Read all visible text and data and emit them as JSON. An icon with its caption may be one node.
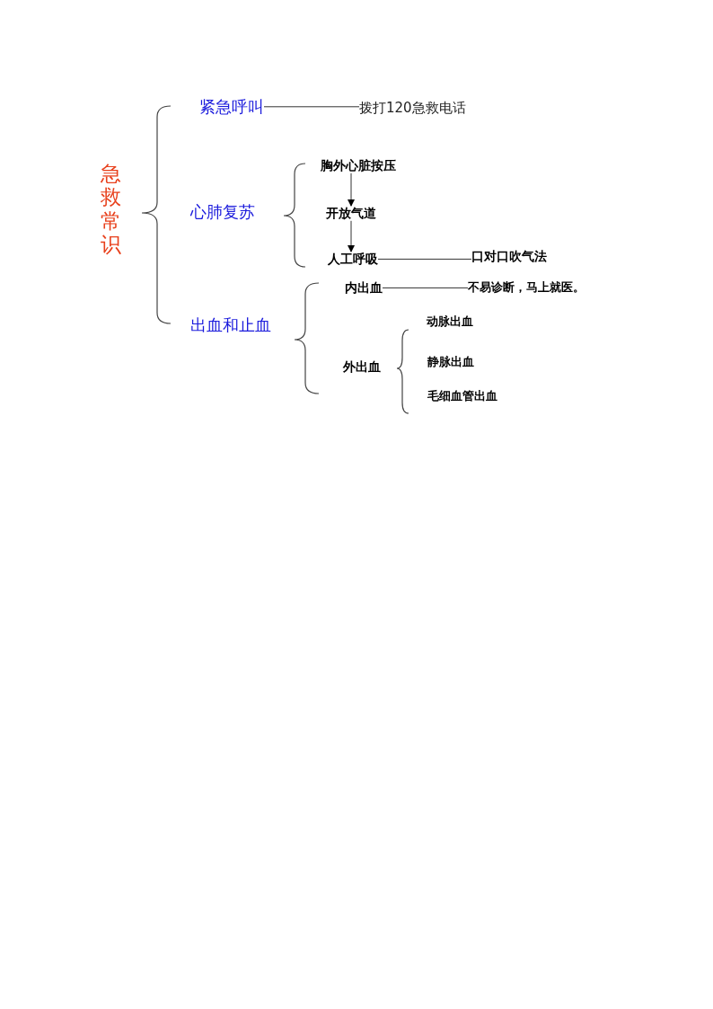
{
  "diagram": {
    "nodes": [
      {
        "text": [
          "急救常识"
        ]
      },
      {
        "text": [
          "紧急呼叫"
        ]
      },
      {
        "text": [
          "拨打120急救电话"
        ]
      },
      {
        "text": [
          "心肺复苏"
        ]
      },
      {
        "text": [
          "胸外心脏按压"
        ]
      },
      {
        "text": [
          "开放气道"
        ]
      },
      {
        "text": [
          "人工呼吸"
        ]
      },
      {
        "text": [
          "口对口吹气法"
        ]
      },
      {
        "text": [
          "出血和止血"
        ]
      },
      {
        "text": [
          "内出血"
        ]
      },
      {
        "text": [
          "不易诊断，马上就医。"
        ]
      },
      {
        "text": [
          "外出血"
        ]
      },
      {
        "text": [
          "动脉出血"
        ]
      },
      {
        "text": [
          "静脉出血"
        ]
      },
      {
        "text": [
          "毛细血管出血"
        ]
      }
    ],
    "edges": [
      {
        "from": 1,
        "to": 2,
        "arrow": "none"
      },
      {
        "from": 4,
        "to": 5,
        "arrow": "to"
      },
      {
        "from": 5,
        "to": 6,
        "arrow": "to"
      },
      {
        "from": 6,
        "to": 7,
        "arrow": "none"
      },
      {
        "from": 9,
        "to": 10,
        "arrow": "none"
      }
    ]
  }
}
